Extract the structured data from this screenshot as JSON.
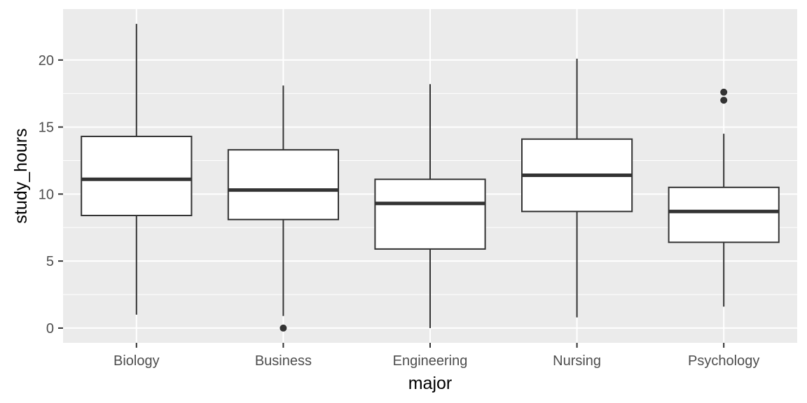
{
  "chart_data": {
    "type": "boxplot",
    "xlabel": "major",
    "ylabel": "study_hours",
    "categories": [
      "Biology",
      "Business",
      "Engineering",
      "Nursing",
      "Psychology"
    ],
    "ylim": [
      -1.1,
      23.8
    ],
    "yticks": [
      0,
      5,
      10,
      15,
      20
    ],
    "ytick_labels": [
      "0",
      "5",
      "10",
      "15",
      "20"
    ],
    "grid": true,
    "legend": "none",
    "colors": {
      "panel": "#ebebeb",
      "grid": "#ffffff",
      "box_fill": "#ffffff",
      "box_line": "#333333",
      "text": "#4d4d4d"
    },
    "boxes": [
      {
        "category": "Biology",
        "whisker_low": 1.0,
        "q1": 8.4,
        "median": 11.1,
        "q3": 14.3,
        "whisker_high": 22.7,
        "outliers": []
      },
      {
        "category": "Business",
        "whisker_low": 0.9,
        "q1": 8.1,
        "median": 10.3,
        "q3": 13.3,
        "whisker_high": 18.1,
        "outliers": [
          0.0
        ]
      },
      {
        "category": "Engineering",
        "whisker_low": 0.0,
        "q1": 5.9,
        "median": 9.3,
        "q3": 11.1,
        "whisker_high": 18.2,
        "outliers": []
      },
      {
        "category": "Nursing",
        "whisker_low": 0.8,
        "q1": 8.7,
        "median": 11.4,
        "q3": 14.1,
        "whisker_high": 20.1,
        "outliers": []
      },
      {
        "category": "Psychology",
        "whisker_low": 1.6,
        "q1": 6.4,
        "median": 8.7,
        "q3": 10.5,
        "whisker_high": 14.5,
        "outliers": [
          17.0,
          17.6
        ]
      }
    ]
  }
}
